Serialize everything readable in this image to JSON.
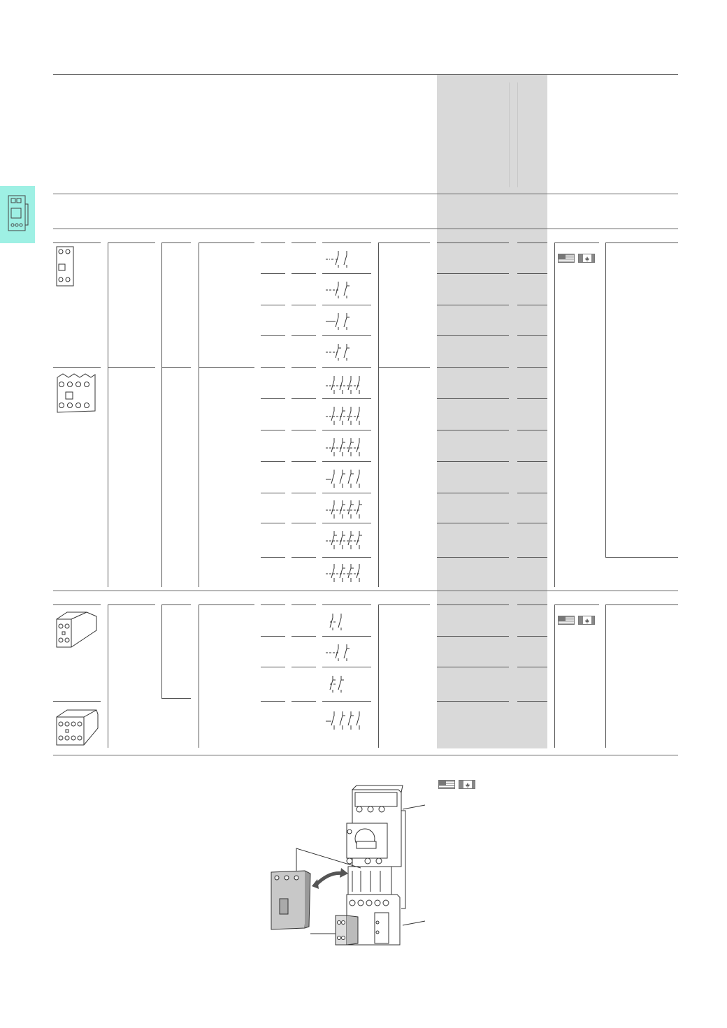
{
  "page": {
    "side_tab_icon": "contactor-icon",
    "flags": [
      "us-flag-icon",
      "canada-flag-icon"
    ]
  },
  "sections": [
    {
      "name": "front-mount-auxiliary-contacts",
      "images": [
        "auxiliary-contact-2pole-icon",
        "auxiliary-contact-4pole-icon"
      ],
      "rows": 11
    },
    {
      "name": "side-mount-auxiliary-contacts",
      "images": [
        "side-auxiliary-contact-2pole-icon",
        "side-auxiliary-contact-4pole-icon"
      ],
      "rows": 4
    }
  ],
  "illustration": {
    "name": "motor-starter-assembly-illustration"
  },
  "colors": {
    "side_tab": "#9ef0e4",
    "shaded_column": "#d9d9d9",
    "rule": "#555555"
  }
}
